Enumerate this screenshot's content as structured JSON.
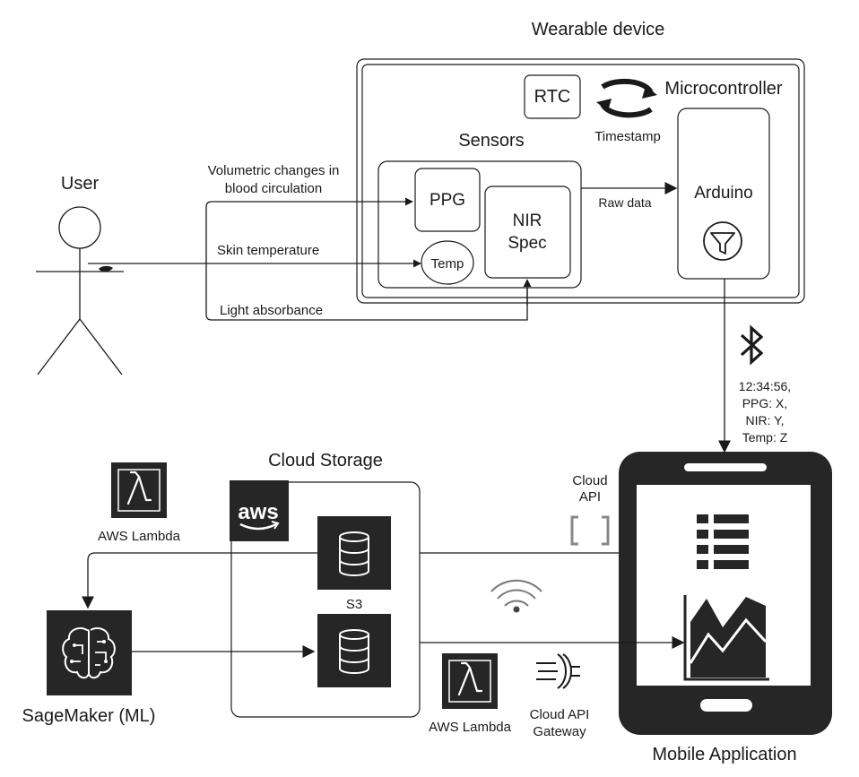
{
  "labels": {
    "wearable_device": "Wearable device",
    "microcontroller": "Microcontroller",
    "rtc": "RTC",
    "timestamp": "Timestamp",
    "sensors": "Sensors",
    "ppg": "PPG",
    "nir_spec_line1": "NIR",
    "nir_spec_line2": "Spec",
    "temp": "Temp",
    "arduino": "Arduino",
    "raw_data": "Raw data",
    "user": "User",
    "volumetric_line1": "Volumetric changes in",
    "volumetric_line2": "blood circulation",
    "skin_temperature": "Skin temperature",
    "light_absorbance": "Light absorbance",
    "ble_line1": "12:34:56,",
    "ble_line2": "PPG: X,",
    "ble_line3": "NIR: Y,",
    "ble_line4": "Temp: Z",
    "cloud_storage": "Cloud Storage",
    "aws_logo": "aws",
    "s3": "S3",
    "aws_lambda_top": "AWS Lambda",
    "aws_lambda_bottom": "AWS Lambda",
    "sagemaker": "SageMaker (ML)",
    "cloud_api_line1": "Cloud",
    "cloud_api_line2": "API",
    "cloud_api_gateway_line1": "Cloud API",
    "cloud_api_gateway_line2": "Gateway",
    "mobile_application": "Mobile Application"
  },
  "icons": {
    "rtc_cycle": "cycle-arrows-icon",
    "filter": "funnel-icon",
    "bluetooth": "bluetooth-icon",
    "lambda": "lambda-icon",
    "database": "database-icon",
    "sagemaker": "brain-circuit-icon",
    "wifi": "wifi-icon",
    "cloud_api": "brackets-icon",
    "gateway": "gateway-icon",
    "list": "list-icon",
    "chart": "area-chart-icon"
  },
  "colors": {
    "ink": "#1a1a1a",
    "icon_fill": "#262626",
    "background": "#ffffff"
  }
}
